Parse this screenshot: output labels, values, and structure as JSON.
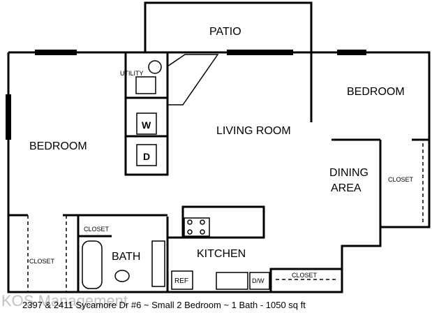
{
  "rooms": {
    "patio": "PATIO",
    "bedroom_left": "BEDROOM",
    "bedroom_right": "BEDROOM",
    "living_room": "LIVING ROOM",
    "dining_area_line1": "DINING",
    "dining_area_line2": "AREA",
    "kitchen": "KITCHEN",
    "bath": "BATH",
    "utility": "UTILITY",
    "closet_left": "CLOSET",
    "closet_bath": "CLOSET",
    "closet_right": "CLOSET",
    "closet_kitchen": "CLOSET"
  },
  "fixtures": {
    "washer": "W",
    "dryer": "D",
    "refrigerator": "REF",
    "dishwasher": "D/W"
  },
  "caption": "2397 & 2411 Sycamore Dr #6  ~ Small 2 Bedroom ~ 1 Bath - 1050 sq ft",
  "watermark": "KOS Management"
}
